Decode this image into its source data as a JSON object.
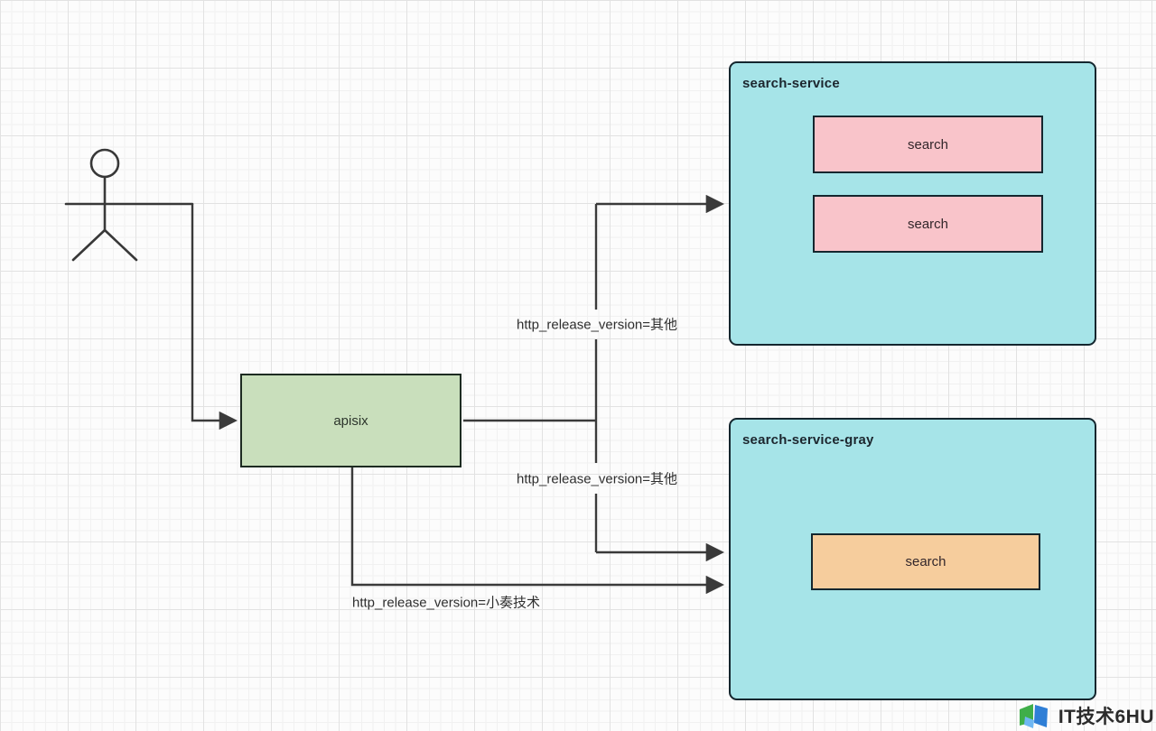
{
  "nodes": {
    "actor": {
      "icon": "stick-figure-icon"
    },
    "apisix": {
      "label": "apisix",
      "fill": "#c9dfbc",
      "border": "#1d2b21"
    },
    "search_service": {
      "title": "search-service",
      "fill": "#a6e4e8",
      "border": "#14262e",
      "instances": [
        {
          "label": "search",
          "fill": "#f9c4ca"
        },
        {
          "label": "search",
          "fill": "#f9c4ca"
        }
      ]
    },
    "search_service_gray": {
      "title": "search-service-gray",
      "fill": "#a6e4e8",
      "border": "#14262e",
      "instances": [
        {
          "label": "search",
          "fill": "#f6cd9d"
        }
      ]
    }
  },
  "edges": {
    "actor_to_apisix": {
      "label": ""
    },
    "apisix_to_search_service": {
      "label": "http_release_version=其他"
    },
    "apisix_to_search_service_gray": {
      "label": "http_release_version=其他"
    },
    "apisix_to_search_service_gray_direct": {
      "label": "http_release_version=小奏技术"
    }
  },
  "watermark": {
    "text": "IT技术6HU",
    "logo": "book-logo-icon"
  },
  "colors": {
    "background": "#fcfcfc",
    "grid_minor": "#f1f1f1",
    "grid_major": "#e2e2e2",
    "line": "#3a3a3a",
    "service_fill": "#a6e4e8",
    "instance_pink": "#f9c4ca",
    "instance_orange": "#f6cd9d",
    "apisix_green": "#c9dfbc"
  }
}
